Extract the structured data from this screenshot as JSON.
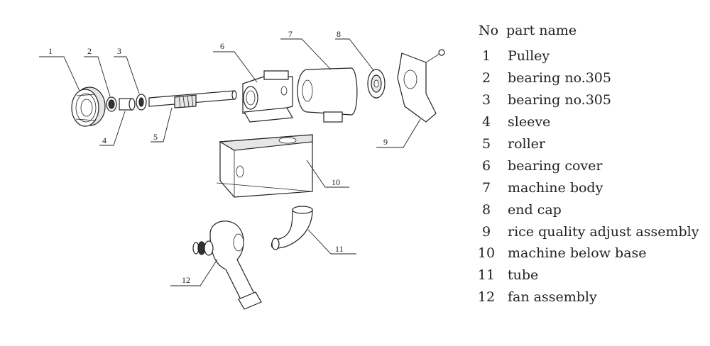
{
  "legend": {
    "header_no": "No",
    "header_name": "part name",
    "items": [
      {
        "no": "1",
        "name": "Pulley"
      },
      {
        "no": "2",
        "name": "bearing no.305"
      },
      {
        "no": "3",
        "name": "bearing no.305"
      },
      {
        "no": "4",
        "name": "sleeve"
      },
      {
        "no": "5",
        "name": "roller"
      },
      {
        "no": "6",
        "name": "bearing cover"
      },
      {
        "no": "7",
        "name": "machine body"
      },
      {
        "no": "8",
        "name": "end cap"
      },
      {
        "no": "9",
        "name": "rice quality adjust  assembly"
      },
      {
        "no": "10",
        "name": "machine below base"
      },
      {
        "no": "11",
        "name": "tube"
      },
      {
        "no": "12",
        "name": "fan assembly"
      }
    ]
  },
  "callouts": [
    "1",
    "2",
    "3",
    "4",
    "5",
    "6",
    "7",
    "8",
    "9",
    "10",
    "11",
    "12"
  ]
}
